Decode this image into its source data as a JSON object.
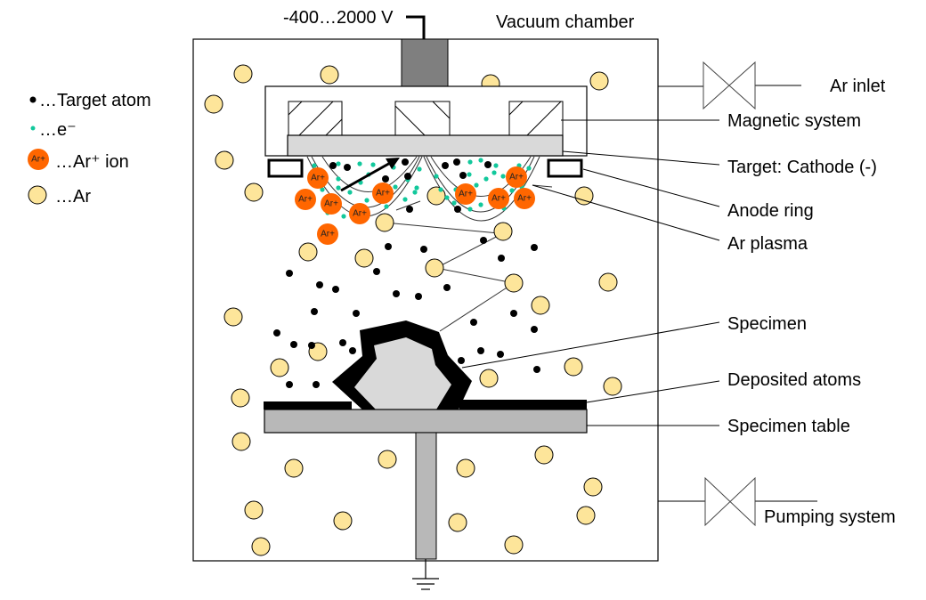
{
  "labels": {
    "voltage": "-400…2000 V",
    "vacuum_chamber": "Vacuum chamber",
    "ar_inlet": "Ar inlet",
    "magnetic_system": "Magnetic system",
    "target": "Target: Cathode (-)",
    "anode_ring": "Anode ring",
    "ar_plasma": "Ar plasma",
    "specimen": "Specimen",
    "deposited_atoms": "Deposited atoms",
    "specimen_table": "Specimen table",
    "pumping_system": "Pumping system"
  },
  "legend": {
    "target_atom": "…Target atom",
    "electron": "…e⁻",
    "ar_ion": "…Ar⁺ ion",
    "ar": "…Ar",
    "ion_glyph": "Ar+"
  },
  "colors": {
    "ar_atom": "#fde59a",
    "ar_ion": "#ff6600",
    "electron": "#12c89c",
    "target_atom": "#000000",
    "target_plate": "#d9d9d9",
    "electrode": "#7f7f7f",
    "table": "#b8b8b8"
  }
}
